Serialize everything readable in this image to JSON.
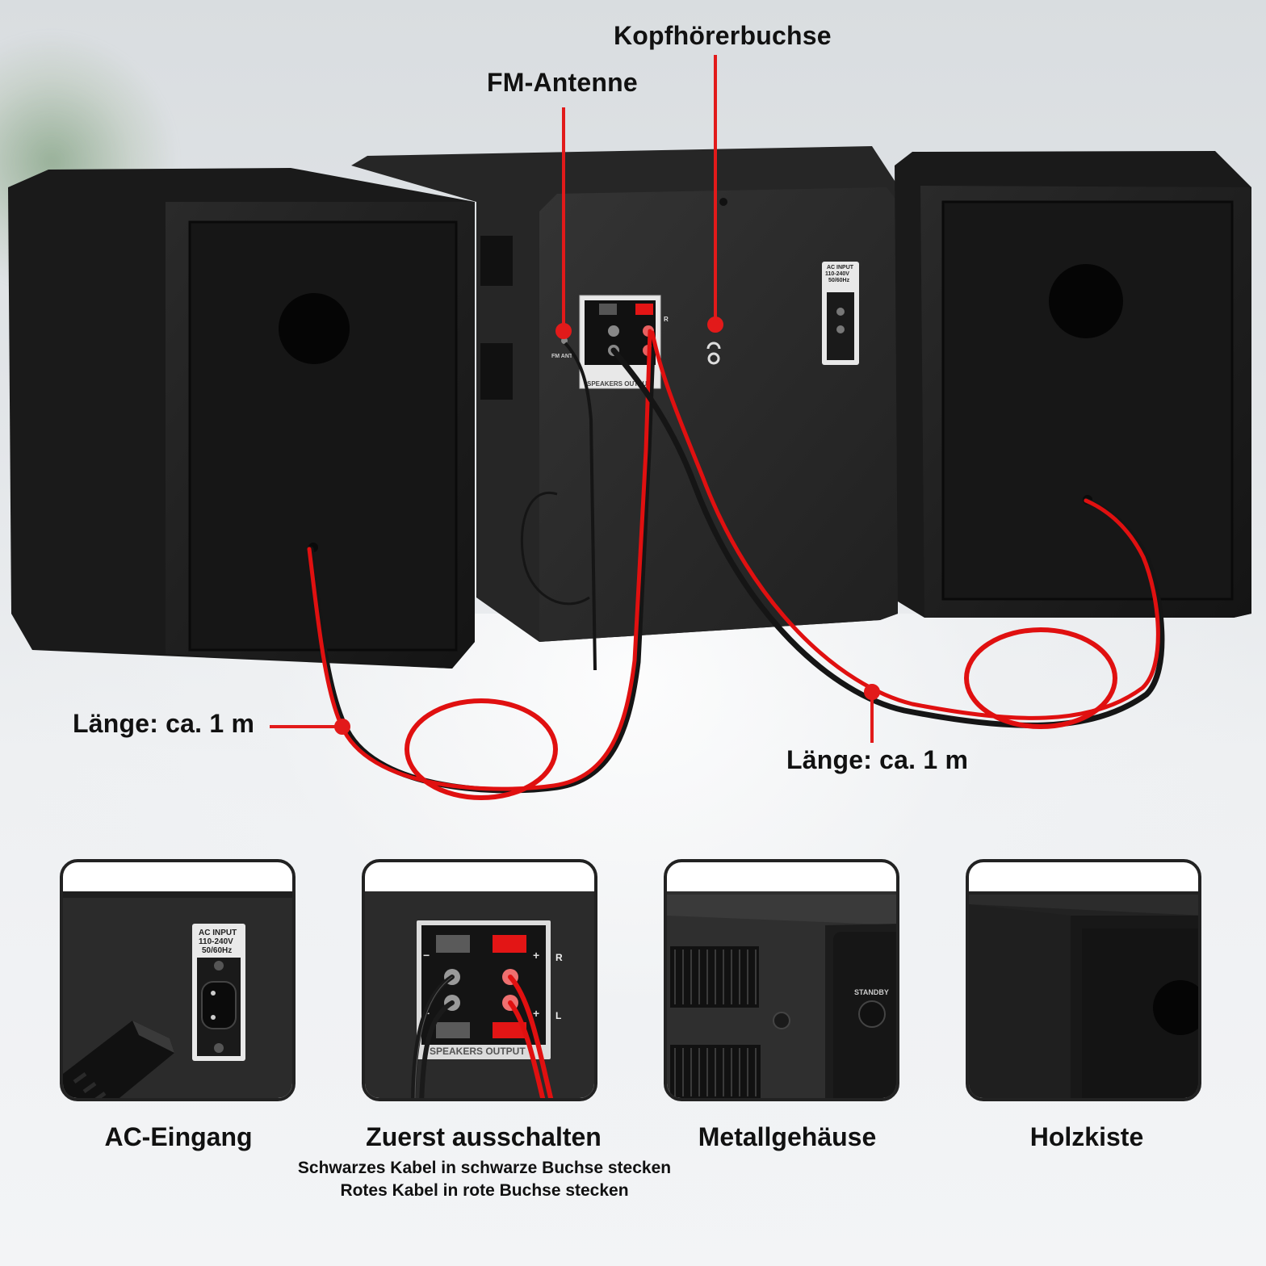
{
  "callouts": {
    "headphone_jack": "Kopfhörerbuchse",
    "fm_antenna": "FM-Antenne",
    "cable_length_left": "Länge: ca. 1 m",
    "cable_length_right": "Länge: ca. 1 m"
  },
  "device_labels": {
    "ac_input_line1": "AC INPUT",
    "ac_input_line2": "110-240V",
    "ac_input_line3": "50/60Hz",
    "speakers_output": "SPEAKERS OUTPUT",
    "fm_ant": "FM ANT",
    "channel_r": "R",
    "channel_l": "L",
    "plus": "+",
    "minus": "−",
    "standby": "STANDBY"
  },
  "features": [
    {
      "caption": "AC-Eingang"
    },
    {
      "caption": "Zuerst ausschalten",
      "details": [
        "Schwarzes Kabel in schwarze Buchse stecken",
        "Rotes Kabel in rote Buchse stecken"
      ]
    },
    {
      "caption": "Metallgehäuse"
    },
    {
      "caption": "Holzkiste"
    }
  ],
  "colors": {
    "cable_red": "#e01010",
    "cable_black": "#151515",
    "callout_line": "#e21a1a",
    "speaker_body": "#1c1c1c",
    "unit_body": "#2b2b2b"
  }
}
